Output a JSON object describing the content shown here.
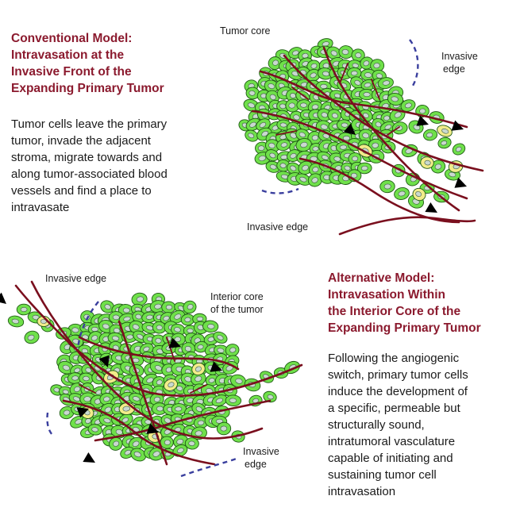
{
  "top_panel": {
    "title_lines": [
      "Conventional Model:",
      "Intravasation at the",
      "Invasive Front of the",
      "Expanding Primary Tumor"
    ],
    "body_lines": [
      "Tumor cells leave the primary",
      "tumor, invade the adjacent",
      "stroma, migrate towards and",
      "along tumor-associated blood",
      "vessels and find a place to",
      "intravasate"
    ],
    "labels": {
      "tumor_core": "Tumor core",
      "invasive_edge_right": [
        "Invasive",
        "edge"
      ],
      "invasive_edge_bottom": "Invasive edge"
    }
  },
  "bottom_panel": {
    "title_lines": [
      "Alternative Model:",
      "Intravasation Within",
      "the Interior Core of the",
      "Expanding Primary Tumor"
    ],
    "body_lines": [
      "Following the angiogenic",
      "switch, primary tumor cells",
      "induce the development of",
      "a specific, permeable but",
      "structurally sound,",
      "intratumoral vasculature",
      "capable of initiating and",
      "sustaining tumor cell",
      "intravasation"
    ],
    "labels": {
      "invasive_edge_top": "Invasive edge",
      "interior_core": [
        "Interior core",
        "of the tumor"
      ],
      "invasive_edge_right": [
        "Invasive",
        "edge"
      ]
    }
  },
  "colors": {
    "title": "#8b1a2e",
    "tumor_cell": "#6fe04a",
    "cell_outline": "#1f5a14",
    "nucleus": "#c9d9cf",
    "intravasating_cell": "#f2ec8a",
    "vessel": "#7a0f1e",
    "arrowhead": "#000000",
    "edge_dash": "#3a3f9e"
  }
}
